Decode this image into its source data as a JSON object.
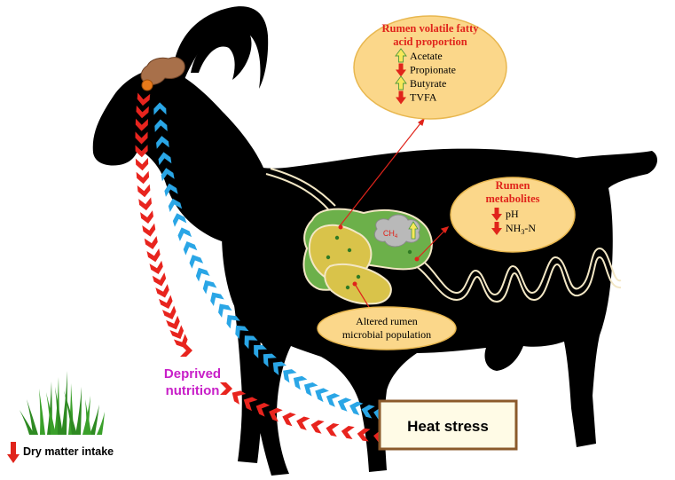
{
  "vfa_box": {
    "title_line1": "Rumen volatile fatty",
    "title_line2": "acid proportion",
    "items": [
      {
        "label": "Acetate",
        "direction": "up"
      },
      {
        "label": "Propionate",
        "direction": "down"
      },
      {
        "label": "Butyrate",
        "direction": "up"
      },
      {
        "label": "TVFA",
        "direction": "down"
      }
    ]
  },
  "metabolites_box": {
    "title_line1": "Rumen",
    "title_line2": "metabolites",
    "items": [
      {
        "label": "pH",
        "direction": "down"
      },
      {
        "label": "NH",
        "subscript": "3",
        "suffix": "-N",
        "direction": "down"
      }
    ]
  },
  "methane": {
    "label": "CH",
    "subscript": "4",
    "direction": "up"
  },
  "microbial_box": {
    "line1": "Altered rumen",
    "line2": "microbial population"
  },
  "deprived": {
    "line1": "Deprived",
    "line2": "nutrition"
  },
  "heat_stress": {
    "label": "Heat stress"
  },
  "dry_matter": {
    "label": "Dry matter intake",
    "direction": "down"
  },
  "colors": {
    "silhouette": "#000000",
    "oval_fill": "#fbd78a",
    "oval_stroke": "#e8b74f",
    "title_red": "#e0241b",
    "down_arrow": "#e0241b",
    "up_arrow_fill": "#f7e85a",
    "up_arrow_stroke": "#4f9a3a",
    "chevron_red": "#e8241e",
    "chevron_blue": "#2aa6e6",
    "deprived_text": "#c81fc8",
    "heat_box_border": "#8b5a2b",
    "heat_box_fill": "#fffbe6",
    "grass": "#3aa02a",
    "rumen_green": "#6cb04a",
    "rumen_yellow": "#d9c34a",
    "cloud": "#b9b9b9"
  }
}
